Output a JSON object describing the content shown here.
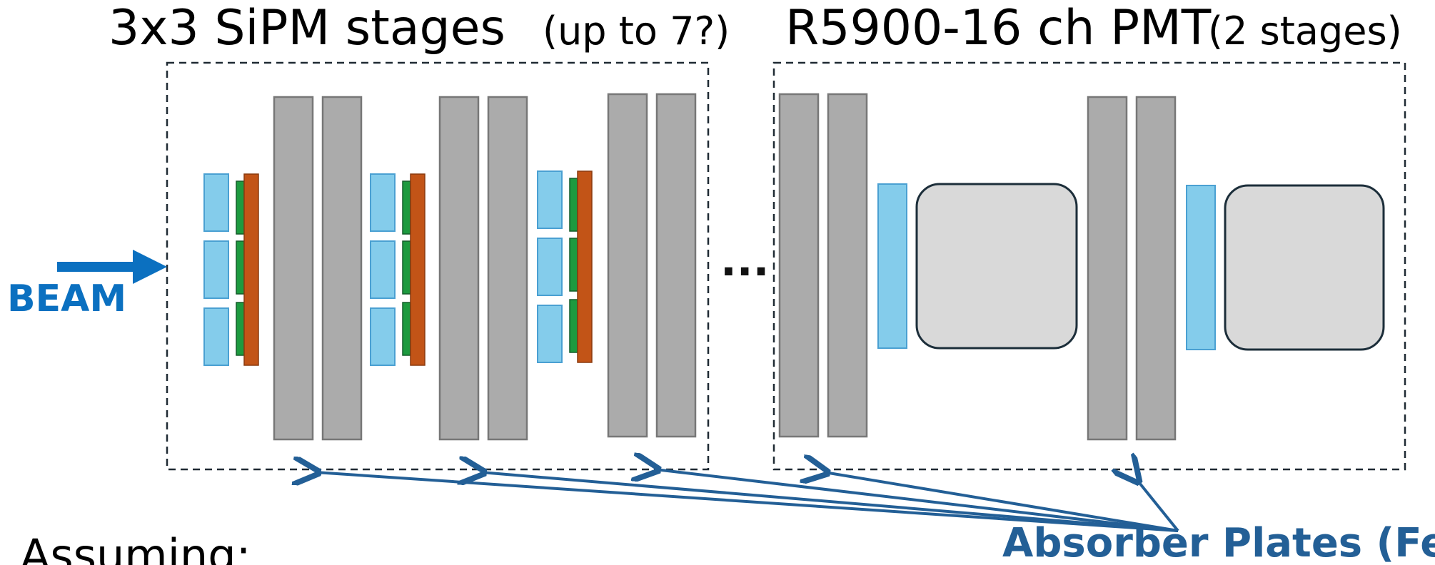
{
  "titles": {
    "sipm_main": "3x3 SiPM stages",
    "sipm_note": "(up to 7?)",
    "pmt_main": "R5900-16 ch PMT",
    "pmt_note": "(2 stages)"
  },
  "beam": {
    "label": "BEAM"
  },
  "ellipsis": "...",
  "absorber": {
    "label": "Absorber Plates (Fe)"
  },
  "footer": {
    "text": "Assuming:"
  },
  "colors": {
    "beam": "#0b70c0",
    "absorber_text": "#235f96",
    "plate_fill": "#ababab",
    "plate_stroke": "#777777",
    "tile_fill": "#84cceb",
    "tile_stroke": "#4aa0d2",
    "sipm_board": "#1d9a3f",
    "readout_board": "#c25417",
    "pmt_fill": "#d9d9d9",
    "pmt_stroke": "#1c2e3a",
    "frame": "#1f2a33"
  },
  "icons": {
    "beam_arrow": "beam-arrow-icon",
    "absorber_arrows": "pointer-arrow-icon"
  }
}
